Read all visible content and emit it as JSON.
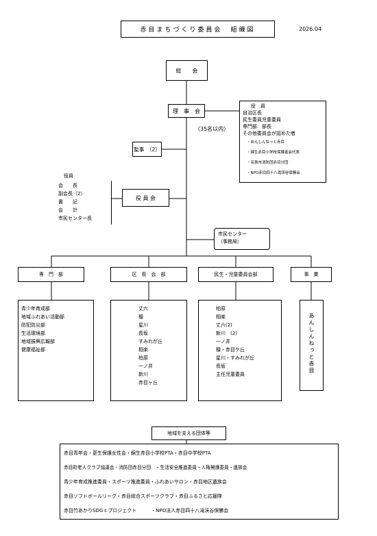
{
  "header": {
    "title": "赤目まちづくり委員会　組織図",
    "date": "2026.04"
  },
  "nodes": {
    "general_assembly": "総　　会",
    "board": "理　事　会",
    "board_note": "（35名以内）",
    "auditor": "監事　（2）",
    "officers": "役 員 会",
    "citizen_center": "市民センター",
    "citizen_center_sub": "（事務局）"
  },
  "board_members": {
    "heading": "役　員",
    "items": [
      "自治区長",
      "民生委員児童委員",
      "専門部　部長",
      "その他委員会が認めた者"
    ],
    "sub_items": [
      "・あんしんねっと赤目",
      "・錦生赤目小学校保護者会代表",
      "・名張市消防団赤目分団",
      "・NPO赤目四十八滝渓谷保勝会"
    ]
  },
  "officers_list": {
    "heading": "役員",
    "items": [
      "会　　長",
      "副会長（2）",
      "書　　記",
      "会　　計",
      "市民センター長"
    ]
  },
  "divisions": [
    {
      "name": "専　門　部",
      "members": [
        "青少年育成部",
        "地域ふれあい活動部",
        "防犯防災部",
        "生活環境部",
        "地域振興広報部",
        "健康福祉部"
      ]
    },
    {
      "name": "区　長　会　部",
      "members": [
        "丈六",
        "檀",
        "星川",
        "長坂",
        "すみれが丘",
        "相楽",
        "柏原",
        "一ノ井",
        "新川",
        "赤目ヶ丘"
      ]
    },
    {
      "name": "民生・児童委員会部",
      "members": [
        "柏原",
        "相楽",
        "丈六(2)",
        "新川　(2)",
        "一ノ井",
        "檀・赤目ケ丘",
        "星川・すみれが丘",
        "長坂",
        "主任児童委員"
      ]
    },
    {
      "name": "事　業",
      "members": [
        "あんしんねっと赤目"
      ]
    }
  ],
  "support": {
    "heading": "地域を支える団体等",
    "lines": [
      "赤目青年会・更生保護女性会・錦生赤目小学校PTA・赤目中学校PTA",
      "赤目町老人クラブ協議会・消防団赤目分団　・生活安全推進委員・人権擁護委員・遺族会",
      "青少年育成推進委員・スポーツ推進委員・ふれあいサロン・赤目地区遺族会",
      "赤目ソフトボールリーグ・赤目総合スポーツクラブ・赤目ふるさと応援隊",
      "赤目竹あかりSDGｓプロジェクト　　　・NPO法人赤目四十八滝渓谷保勝会"
    ]
  }
}
